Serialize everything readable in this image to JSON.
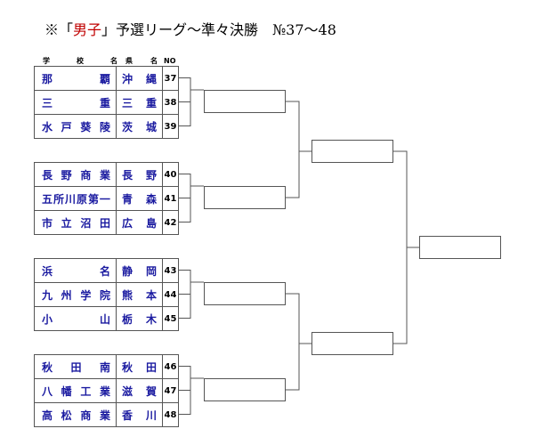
{
  "title": {
    "prefix": "※「",
    "accent": "男子",
    "suffix": "」予選リーグ～準々決勝　№37～48"
  },
  "headers": {
    "school": "学　校　名",
    "prefecture": "県　名",
    "number": "NO"
  },
  "groups": [
    [
      {
        "school": "那　覇",
        "pref": "沖　縄",
        "no": "37"
      },
      {
        "school": "三　重",
        "pref": "三　重",
        "no": "38"
      },
      {
        "school": "水戸葵陵",
        "pref": "茨　城",
        "no": "39"
      }
    ],
    [
      {
        "school": "長野商業",
        "pref": "長　野",
        "no": "40"
      },
      {
        "school": "五所川原第一",
        "pref": "青　森",
        "no": "41"
      },
      {
        "school": "市立沼田",
        "pref": "広　島",
        "no": "42"
      }
    ],
    [
      {
        "school": "浜　名",
        "pref": "静　岡",
        "no": "43"
      },
      {
        "school": "九州学院",
        "pref": "熊　本",
        "no": "44"
      },
      {
        "school": "小　山",
        "pref": "栃　木",
        "no": "45"
      }
    ],
    [
      {
        "school": "秋田南",
        "pref": "秋　田",
        "no": "46"
      },
      {
        "school": "八幡工業",
        "pref": "滋　賀",
        "no": "47"
      },
      {
        "school": "高松商業",
        "pref": "香　川",
        "no": "48"
      }
    ]
  ]
}
